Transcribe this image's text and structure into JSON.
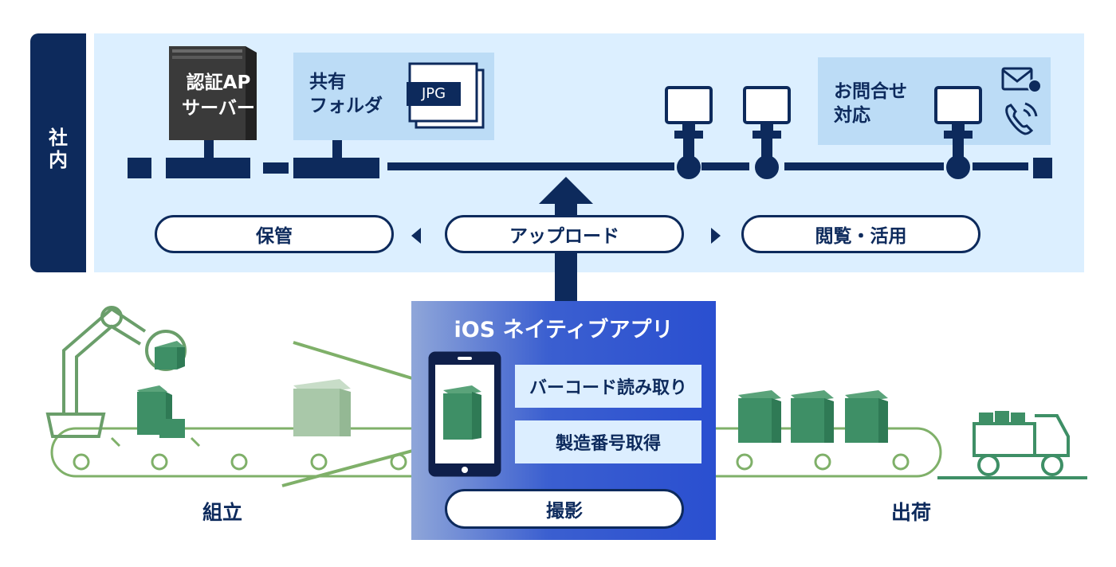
{
  "internal": {
    "label_line1": "社",
    "label_line2": "内"
  },
  "server": {
    "line1": "認証AP",
    "line2": "サーバー"
  },
  "folder": {
    "line1": "共有",
    "line2": "フォルダ",
    "file_tag": "JPG"
  },
  "support": {
    "line1": "お問合せ",
    "line2": "対応",
    "icons": [
      "mail-icon",
      "phone-icon"
    ]
  },
  "flow": {
    "left": "保管",
    "center": "アップロード",
    "right": "閲覧・活用"
  },
  "app": {
    "title": "iOS ネイティブアプリ",
    "features": [
      "バーコード読み取り",
      "製造番号取得"
    ],
    "action": "撮影"
  },
  "stages": {
    "left": "組立",
    "right": "出荷"
  },
  "colors": {
    "navy": "#0d2a5c",
    "band": "#dcefff",
    "subpanel": "#bcdcf6",
    "app_blue": "#2a4fd0",
    "line_green": "#7fb069",
    "product_green": "#3e8f66"
  }
}
